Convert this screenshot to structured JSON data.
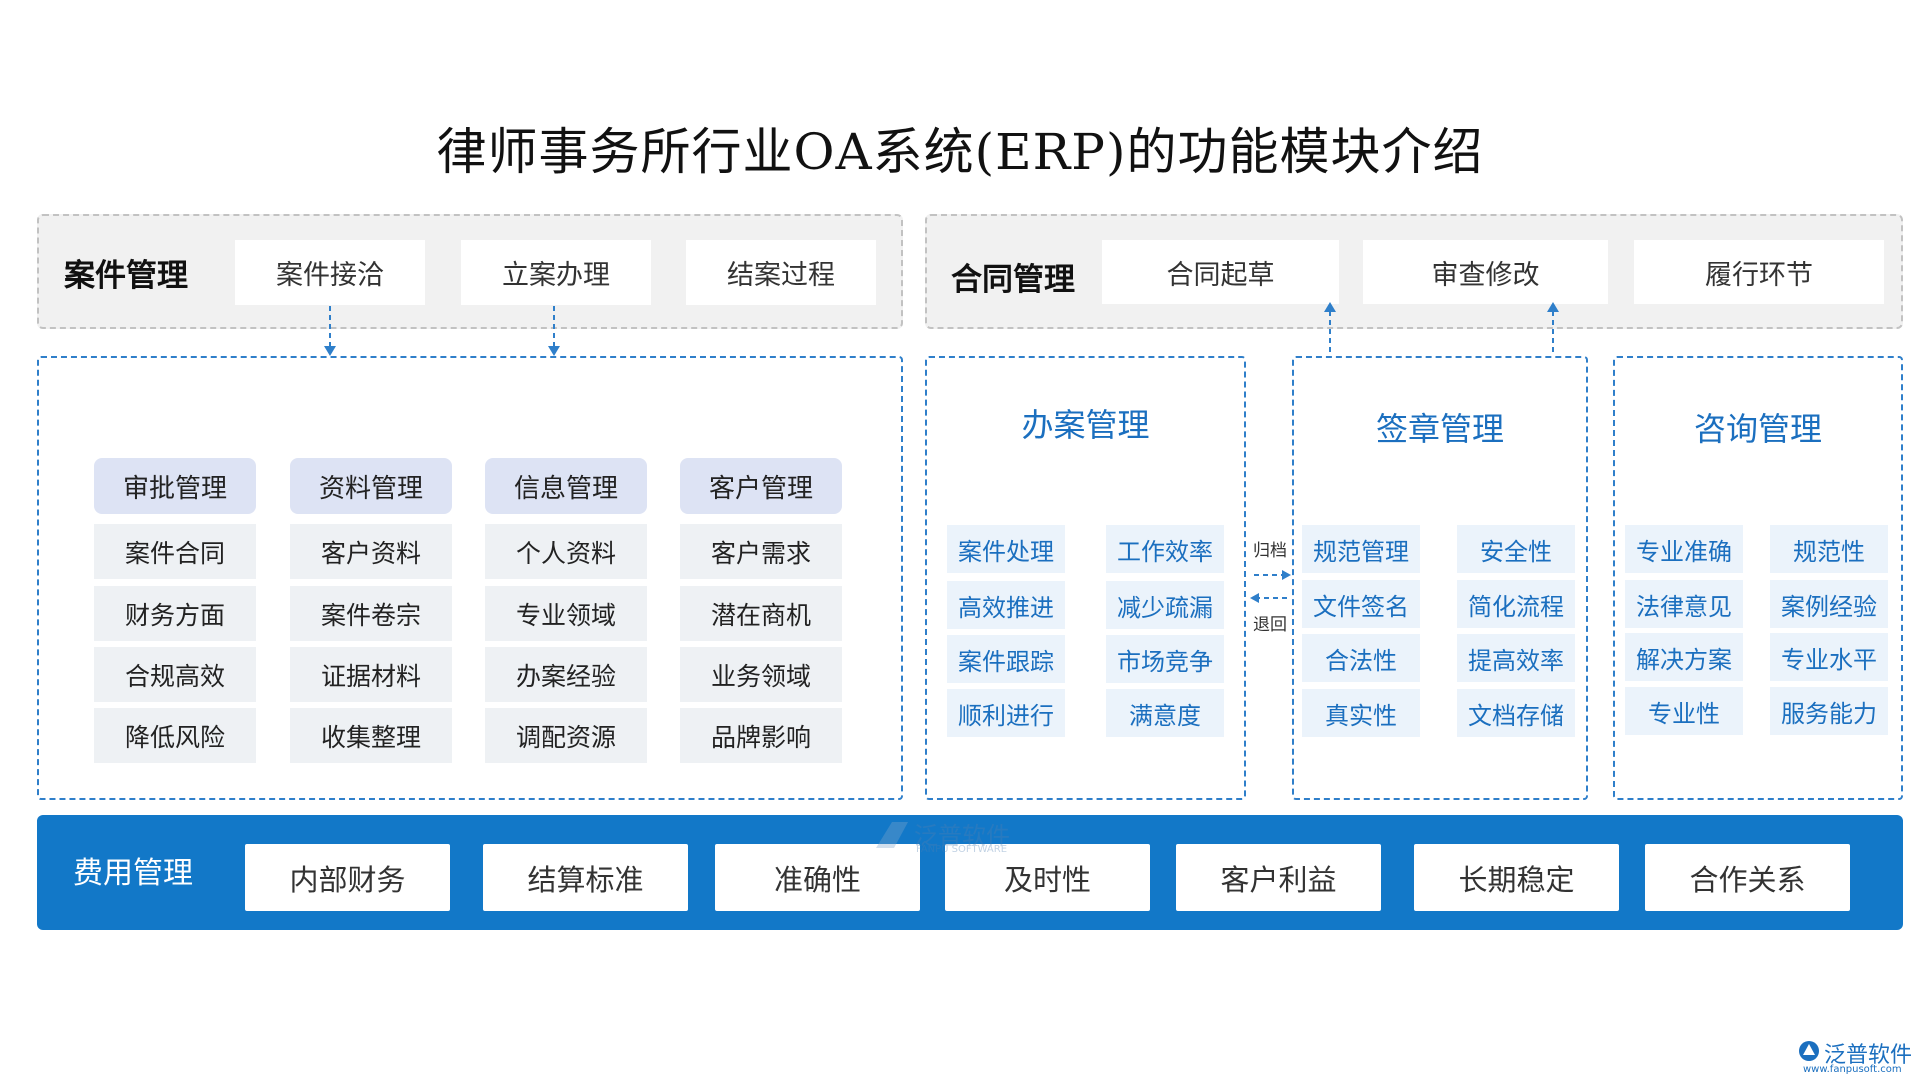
{
  "title": "律师事务所行业OA系统(ERP)的功能模块介绍",
  "case_mgmt": {
    "label": "案件管理",
    "items": [
      "案件接洽",
      "立案办理",
      "结案过程"
    ]
  },
  "contract_mgmt": {
    "label": "合同管理",
    "items": [
      "合同起草",
      "审查修改",
      "履行环节"
    ]
  },
  "columns": [
    {
      "head": "审批管理",
      "items": [
        "案件合同",
        "财务方面",
        "合规高效",
        "降低风险"
      ]
    },
    {
      "head": "资料管理",
      "items": [
        "客户资料",
        "案件卷宗",
        "证据材料",
        "收集整理"
      ]
    },
    {
      "head": "信息管理",
      "items": [
        "个人资料",
        "专业领域",
        "办案经验",
        "调配资源"
      ]
    },
    {
      "head": "客户管理",
      "items": [
        "客户需求",
        "潜在商机",
        "业务领域",
        "品牌影响"
      ]
    }
  ],
  "office_mgmt": {
    "title": "办案管理",
    "items": [
      "案件处理",
      "工作效率",
      "高效推进",
      "减少疏漏",
      "案件跟踪",
      "市场竞争",
      "顺利进行",
      "满意度"
    ]
  },
  "seal_mgmt": {
    "title": "签章管理",
    "items": [
      "规范管理",
      "安全性",
      "文件签名",
      "简化流程",
      "合法性",
      "提高效率",
      "真实性",
      "文档存储"
    ]
  },
  "consult_mgmt": {
    "title": "咨询管理",
    "items": [
      "专业准确",
      "规范性",
      "法律意见",
      "案例经验",
      "解决方案",
      "专业水平",
      "专业性",
      "服务能力"
    ]
  },
  "flow_labels": {
    "archive": "归档",
    "return": "退回"
  },
  "fee_mgmt": {
    "label": "费用管理",
    "items": [
      "内部财务",
      "结算标准",
      "准确性",
      "及时性",
      "客户利益",
      "长期稳定",
      "合作关系"
    ]
  },
  "watermark": {
    "name": "泛普软件",
    "sub": "FANPU SOFTWARE"
  },
  "logo": {
    "name": "泛普软件",
    "url": "www.fanpusoft.com"
  },
  "colors": {
    "accent": "#1278c8",
    "dash": "#2f7fca",
    "panel_bg": "#f1f1f1"
  }
}
